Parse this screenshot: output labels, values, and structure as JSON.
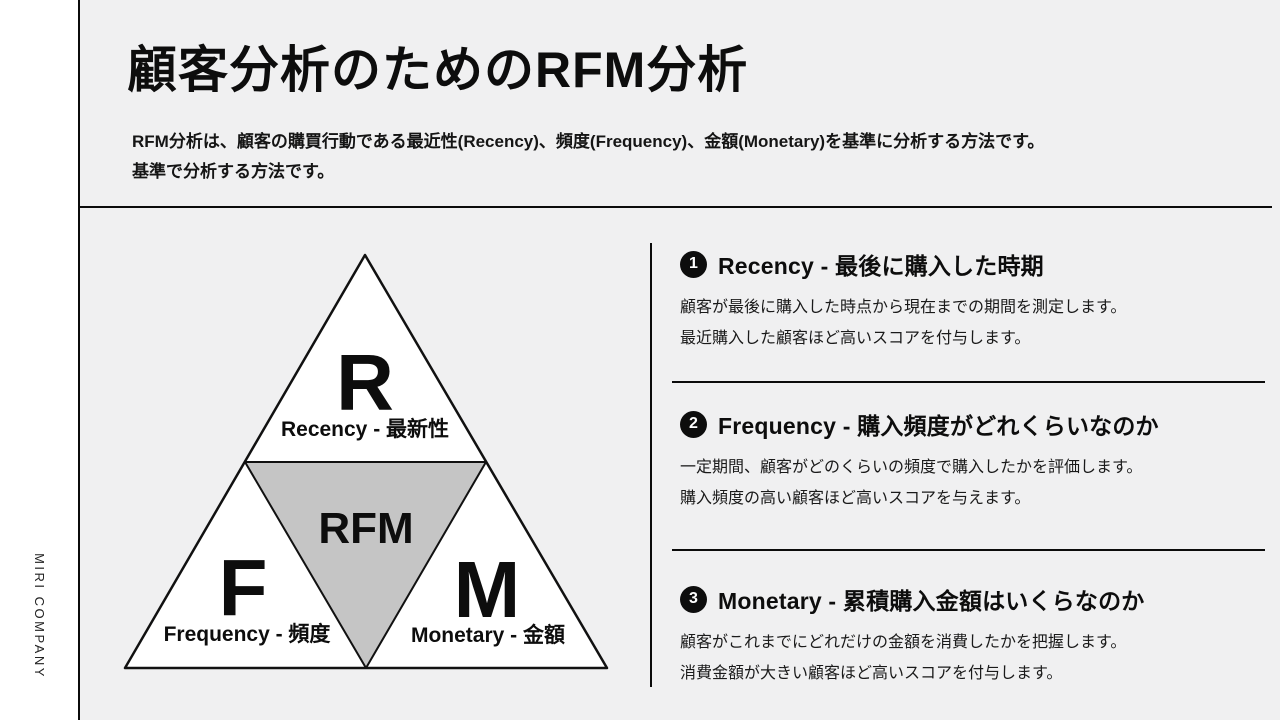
{
  "brand": {
    "company": "MIRI COMPANY"
  },
  "header": {
    "title": "顧客分析のためのRFM分析",
    "subtitle_line1": "RFM分析は、顧客の購買行動である最近性(Recency)、頻度(Frequency)、金額(Monetary)を基準に分析する方法です。",
    "subtitle_line2": "基準で分析する方法です。"
  },
  "diagram": {
    "top": {
      "letter": "R",
      "label": "Recency - 最新性"
    },
    "center": {
      "label": "RFM"
    },
    "bottom_left": {
      "letter": "F",
      "label": "Frequency - 頻度"
    },
    "bottom_right": {
      "letter": "M",
      "label": "Monetary - 金額"
    }
  },
  "sections": [
    {
      "number": "1",
      "title": "Recency - 最後に購入した時期",
      "body_line1": "顧客が最後に購入した時点から現在までの期間を測定します。",
      "body_line2": "最近購入した顧客ほど高いスコアを付与します。"
    },
    {
      "number": "2",
      "title": "Frequency - 購入頻度がどれくらいなのか",
      "body_line1": "一定期間、顧客がどのくらいの頻度で購入したかを評価します。",
      "body_line2": "購入頻度の高い顧客ほど高いスコアを与えます。"
    },
    {
      "number": "3",
      "title": "Monetary - 累積購入金額はいくらなのか",
      "body_line1": "顧客がこれまでにどれだけの金額を消費したかを把握します。",
      "body_line2": "消費金額が大きい顧客ほど高いスコアを付与します。"
    }
  ],
  "colors": {
    "background": "#f0f0f1",
    "side_strip": "#ffffff",
    "text": "#111111",
    "rule": "#0b0b0b",
    "triangle_outer_fill": "#ffffff",
    "triangle_inner_fill": "#c5c5c5",
    "badge_background": "#0d0d0d",
    "badge_text": "#ffffff"
  }
}
